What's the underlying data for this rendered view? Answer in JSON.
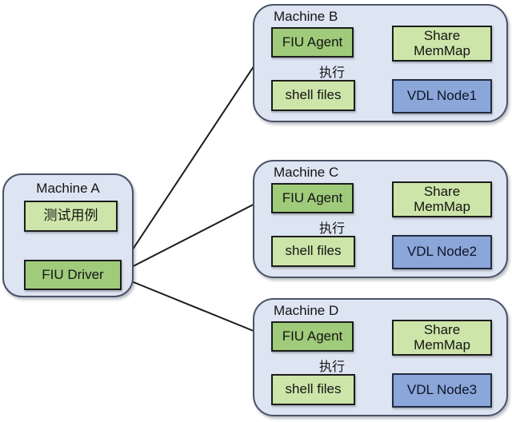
{
  "colors": {
    "page_bg": "#ffffff",
    "container_fill": "#dde4f2",
    "container_border": "#495266",
    "box_border": "#1c1c1c",
    "dark_green": "#a0cb7b",
    "light_green": "#cde5a9",
    "blue": "#8ba6d9",
    "vdl_border": "#222b40",
    "text": "#141414",
    "arrow": "#1a1a1a"
  },
  "machine_a": {
    "title": "Machine A",
    "test_case_label": "测试用例",
    "fiu_driver_label": "FIU Driver"
  },
  "machines": [
    {
      "title": "Machine B",
      "fiu_agent_label": "FIU Agent",
      "share_memmap_line1": "Share",
      "share_memmap_line2": "MemMap",
      "shell_files_label": "shell files",
      "vdl_node_label": "VDL Node1",
      "exec_label": "执行"
    },
    {
      "title": "Machine C",
      "fiu_agent_label": "FIU Agent",
      "share_memmap_line1": "Share",
      "share_memmap_line2": "MemMap",
      "shell_files_label": "shell files",
      "vdl_node_label": "VDL Node2",
      "exec_label": "执行"
    },
    {
      "title": "Machine D",
      "fiu_agent_label": "FIU Agent",
      "share_memmap_line1": "Share",
      "share_memmap_line2": "MemMap",
      "shell_files_label": "shell files",
      "vdl_node_label": "VDL Node3",
      "exec_label": "执行"
    }
  ]
}
